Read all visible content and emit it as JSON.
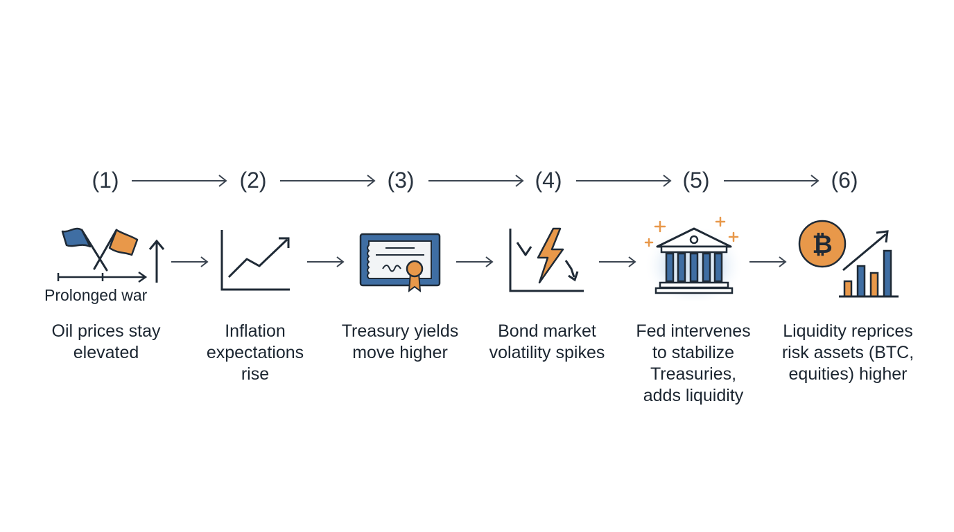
{
  "steps": [
    {
      "number": "(1)",
      "caption": "Oil prices stay\nelevated",
      "icon": "crossed-flags-icon",
      "sublabel": "Prolonged war"
    },
    {
      "number": "(2)",
      "caption": "Inflation\nexpectations\nrise",
      "icon": "rising-line-chart-icon"
    },
    {
      "number": "(3)",
      "caption": "Treasury yields\nmove higher",
      "icon": "treasury-certificate-icon"
    },
    {
      "number": "(4)",
      "caption": "Bond market\nvolatility spikes",
      "icon": "lightning-volatility-icon"
    },
    {
      "number": "(5)",
      "caption": "Fed intervenes\nto stabilize\nTreasuries,\nadds liquidity",
      "icon": "central-bank-icon"
    },
    {
      "number": "(6)",
      "caption": "Liquidity reprices\nrisk assets (BTC,\nequities) higher",
      "icon": "bitcoin-rising-bars-icon"
    }
  ],
  "colors": {
    "blue": "#3f6ea3",
    "orange": "#e8984a",
    "dark": "#1f2a36",
    "glow": "#cfe0f0"
  }
}
